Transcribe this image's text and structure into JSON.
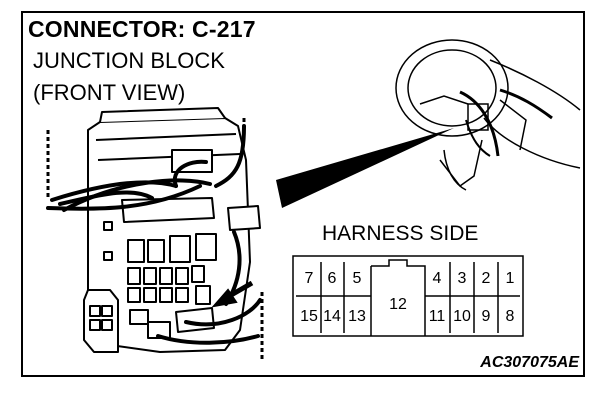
{
  "title": "CONNECTOR: C-217",
  "subtitle_line1": "JUNCTION BLOCK",
  "subtitle_line2": "(FRONT VIEW)",
  "harness_label": "HARNESS SIDE",
  "figure_code": "AC307075AE",
  "connector": {
    "top_row_left": [
      "7",
      "6",
      "5"
    ],
    "top_row_right": [
      "4",
      "3",
      "2",
      "1"
    ],
    "bottom_row_left": [
      "15",
      "14",
      "13"
    ],
    "center": "12",
    "bottom_row_right": [
      "11",
      "10",
      "9",
      "8"
    ]
  }
}
